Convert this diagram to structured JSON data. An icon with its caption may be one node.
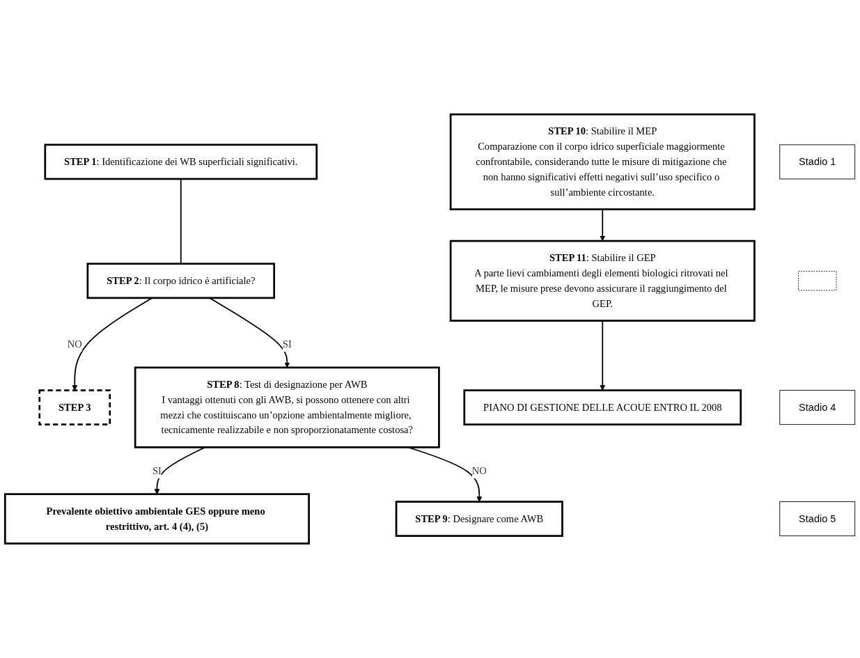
{
  "diagram": {
    "nodes": [
      {
        "text": [
          "**STEP 1**: Identificazione dei WB superficiali significativi."
        ]
      },
      {
        "text": [
          "**STEP 2**: Il corpo idrico è artificiale?"
        ]
      },
      {
        "text": [
          "STEP 3"
        ]
      },
      {
        "text": [
          "**STEP 8**: Test di designazione per AWB",
          "I vantaggi ottenuti con gli AWB, si possono ottenere con altri mezzi che costituiscano un’opzione ambientalmente migliore, tecnicamente realizzabile e non sproporzionatamente costosa?"
        ]
      },
      {
        "text": [
          "Prevalente obiettivo ambientale GES oppure meno restrittivo, art. 4 (4), (5)"
        ]
      },
      {
        "text": [
          "**STEP 9**: Designare come AWB"
        ]
      },
      {
        "text": [
          "**STEP 10**: Stabilire il MEP",
          "Comparazione con il corpo idrico superficiale maggiormente confrontabile, considerando tutte le misure di mitigazione che non hanno significativi effetti negativi sull’uso specifico o sull’ambiente circostante."
        ]
      },
      {
        "text": [
          "**STEP 11**: Stabilire il GEP",
          "A parte lievi cambiamenti degli elementi biologici ritrovati nel MEP, le misure prese devono assicurare il raggiungimento del GEP."
        ]
      },
      {
        "text": [
          "PIANO DI GESTIONE DELLE ACOUE ENTRO IL 2008"
        ]
      },
      {
        "text": [
          "Stadio 1"
        ]
      },
      {
        "text": [],
        "shape": "box"
      },
      {
        "text": [
          "Stadio 4"
        ]
      },
      {
        "text": [
          "Stadio 5"
        ]
      }
    ],
    "edges": [
      {
        "from": 0,
        "to": 1,
        "arrow": "none"
      },
      {
        "from": 1,
        "to": 2,
        "arrow": "to",
        "label": "NO"
      },
      {
        "from": 1,
        "to": 3,
        "arrow": "to",
        "label": "SI"
      },
      {
        "from": 3,
        "to": 4,
        "arrow": "to",
        "label": "SI"
      },
      {
        "from": 3,
        "to": 5,
        "arrow": "to",
        "label": "NO"
      },
      {
        "from": 6,
        "to": 7,
        "arrow": "to"
      },
      {
        "from": 7,
        "to": 8,
        "arrow": "to"
      }
    ]
  }
}
